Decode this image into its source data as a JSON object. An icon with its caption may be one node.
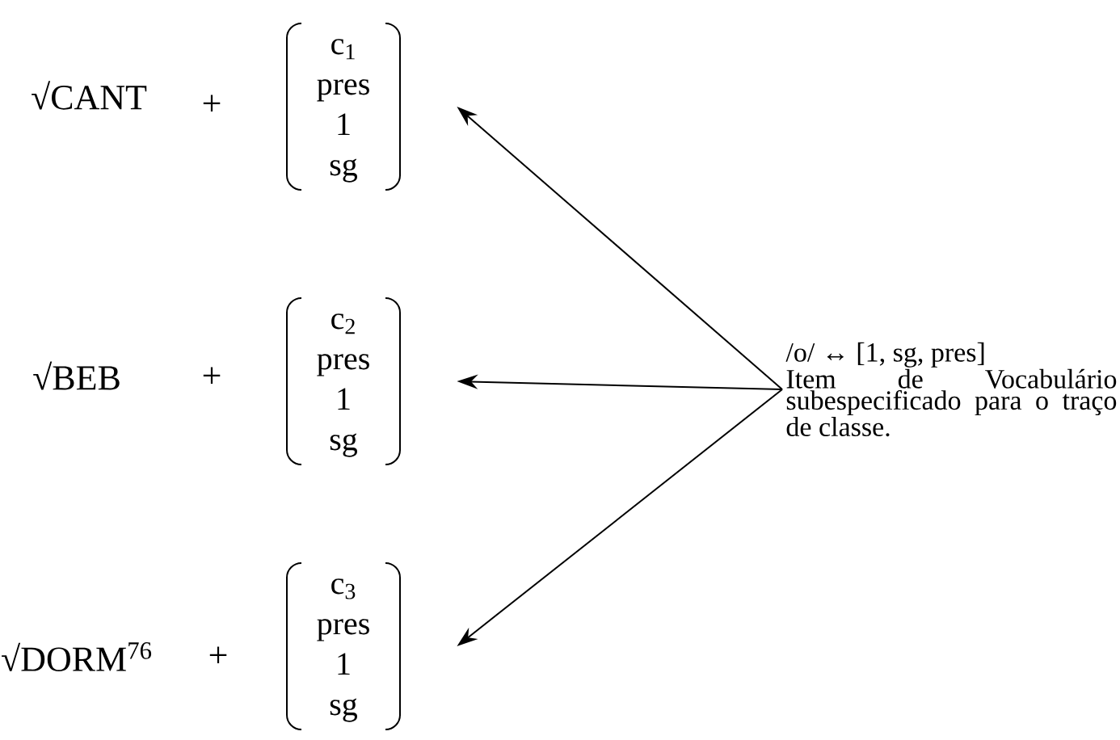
{
  "diagram": {
    "nodes": [
      {
        "text": [
          "c$_{1}$",
          "pres",
          "1",
          "sg"
        ]
      },
      {
        "text": [
          "c$_{2}$",
          "pres",
          "1",
          "sg"
        ]
      },
      {
        "text": [
          "c$_{3}$",
          "pres",
          "1",
          "sg"
        ]
      },
      {
        "text": [
          "/o/ ↔ [1, sg, pres]",
          "Item de Vocabulário subespecificado para o traço de classe."
        ]
      }
    ],
    "edges": [
      {
        "from": 3,
        "to": 0,
        "arrow": "to"
      },
      {
        "from": 3,
        "to": 1,
        "arrow": "to"
      },
      {
        "from": 3,
        "to": 2,
        "arrow": "to"
      }
    ],
    "labels": [
      "√CANT",
      "+",
      "√BEB",
      "+",
      "√DORM$^{76}$",
      "+"
    ]
  }
}
